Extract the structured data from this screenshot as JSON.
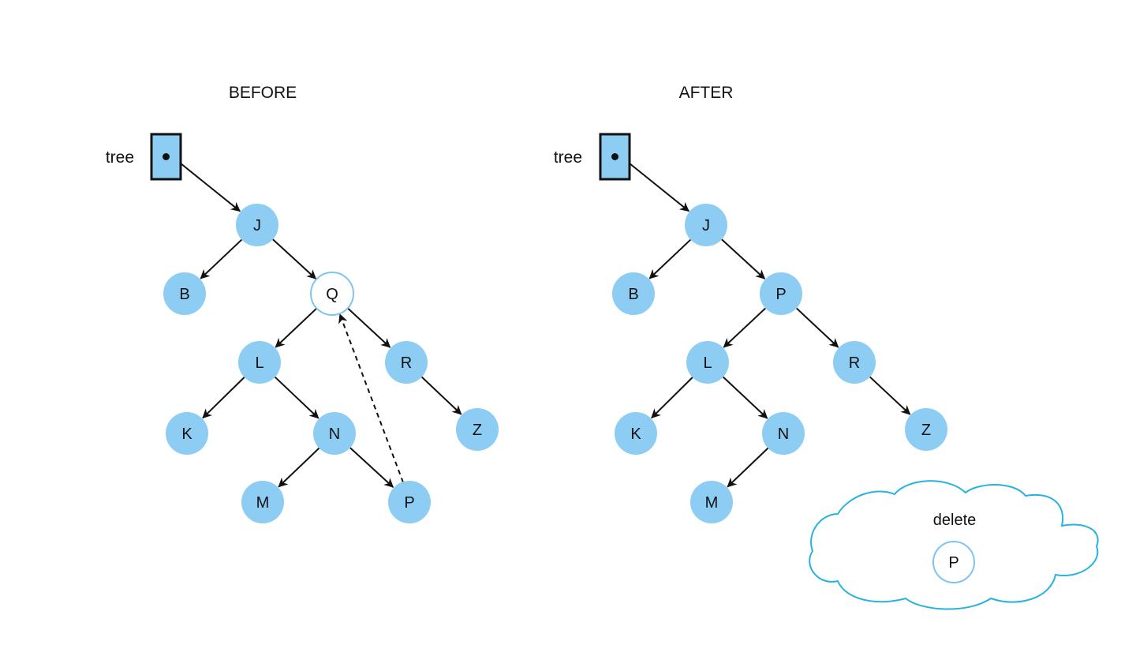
{
  "before": {
    "title": "BEFORE",
    "pointer_label": "tree",
    "nodes": [
      {
        "id": "J",
        "label": "J",
        "style": "filled"
      },
      {
        "id": "B",
        "label": "B",
        "style": "filled"
      },
      {
        "id": "Q",
        "label": "Q",
        "style": "hollow"
      },
      {
        "id": "L",
        "label": "L",
        "style": "filled"
      },
      {
        "id": "R",
        "label": "R",
        "style": "filled"
      },
      {
        "id": "K",
        "label": "K",
        "style": "filled"
      },
      {
        "id": "N",
        "label": "N",
        "style": "filled"
      },
      {
        "id": "Z",
        "label": "Z",
        "style": "filled"
      },
      {
        "id": "M",
        "label": "M",
        "style": "filled"
      },
      {
        "id": "P",
        "label": "P",
        "style": "filled"
      }
    ],
    "edges": [
      [
        "tree",
        "J"
      ],
      [
        "J",
        "B"
      ],
      [
        "J",
        "Q"
      ],
      [
        "Q",
        "L"
      ],
      [
        "Q",
        "R"
      ],
      [
        "L",
        "K"
      ],
      [
        "L",
        "N"
      ],
      [
        "R",
        "Z"
      ],
      [
        "N",
        "M"
      ],
      [
        "N",
        "P"
      ]
    ],
    "dashed_edges": [
      [
        "P",
        "Q"
      ]
    ]
  },
  "after": {
    "title": "AFTER",
    "pointer_label": "tree",
    "nodes": [
      {
        "id": "J",
        "label": "J",
        "style": "filled"
      },
      {
        "id": "B",
        "label": "B",
        "style": "filled"
      },
      {
        "id": "P",
        "label": "P",
        "style": "filled"
      },
      {
        "id": "L",
        "label": "L",
        "style": "filled"
      },
      {
        "id": "R",
        "label": "R",
        "style": "filled"
      },
      {
        "id": "K",
        "label": "K",
        "style": "filled"
      },
      {
        "id": "N",
        "label": "N",
        "style": "filled"
      },
      {
        "id": "Z",
        "label": "Z",
        "style": "filled"
      },
      {
        "id": "M",
        "label": "M",
        "style": "filled"
      }
    ],
    "edges": [
      [
        "tree",
        "J"
      ],
      [
        "J",
        "B"
      ],
      [
        "J",
        "P"
      ],
      [
        "P",
        "L"
      ],
      [
        "P",
        "R"
      ],
      [
        "L",
        "K"
      ],
      [
        "L",
        "N"
      ],
      [
        "R",
        "Z"
      ],
      [
        "N",
        "M"
      ]
    ]
  },
  "delete_note": {
    "label": "delete",
    "node_label": "P"
  },
  "colors": {
    "node_fill": "#8dcdf3",
    "node_outline": "#7fc4ee",
    "cloud_outline": "#27b3dc",
    "edge": "#111111"
  }
}
